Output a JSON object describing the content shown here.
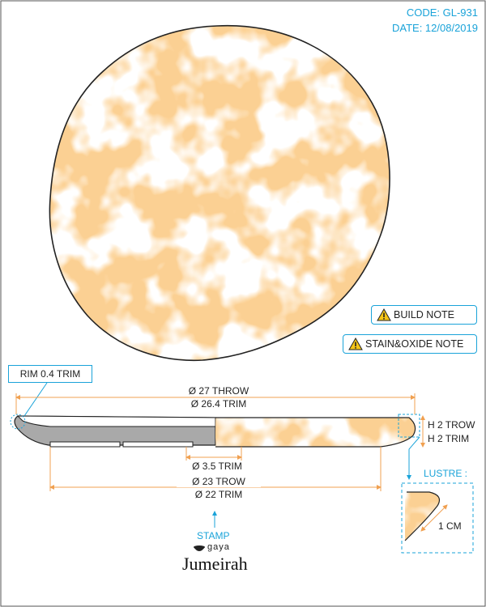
{
  "header": {
    "code": "CODE: GL-931",
    "date": "DATE: 12/08/2019"
  },
  "notes": {
    "build_note": "BUILD NOTE",
    "stain_oxide_note": "STAIN&OXIDE NOTE"
  },
  "colors": {
    "accent_blue": "#1aa3d9",
    "dimension_orange": "#f0a050",
    "glaze_orange": "#f7a04a",
    "outline": "#222222",
    "profile_grey": "#a9a9a9"
  },
  "dimensions": {
    "rim": "RIM 0.4 TRIM",
    "diameter_throw": "Ø 27 THROW",
    "diameter_trim": "Ø 26.4 TRIM",
    "height_throw": "H 2 TROW",
    "height_trim": "H 2 TRIM",
    "foot_trim": "Ø 3.5 TRIM",
    "base_throw": "Ø 23 TROW",
    "base_trim": "Ø 22 TRIM"
  },
  "lustre": {
    "label": "LUSTRE :",
    "measure": "1 CM"
  },
  "stamp": {
    "label": "STAMP",
    "brand_small": "gaya",
    "brand_main": "Jumeirah"
  }
}
